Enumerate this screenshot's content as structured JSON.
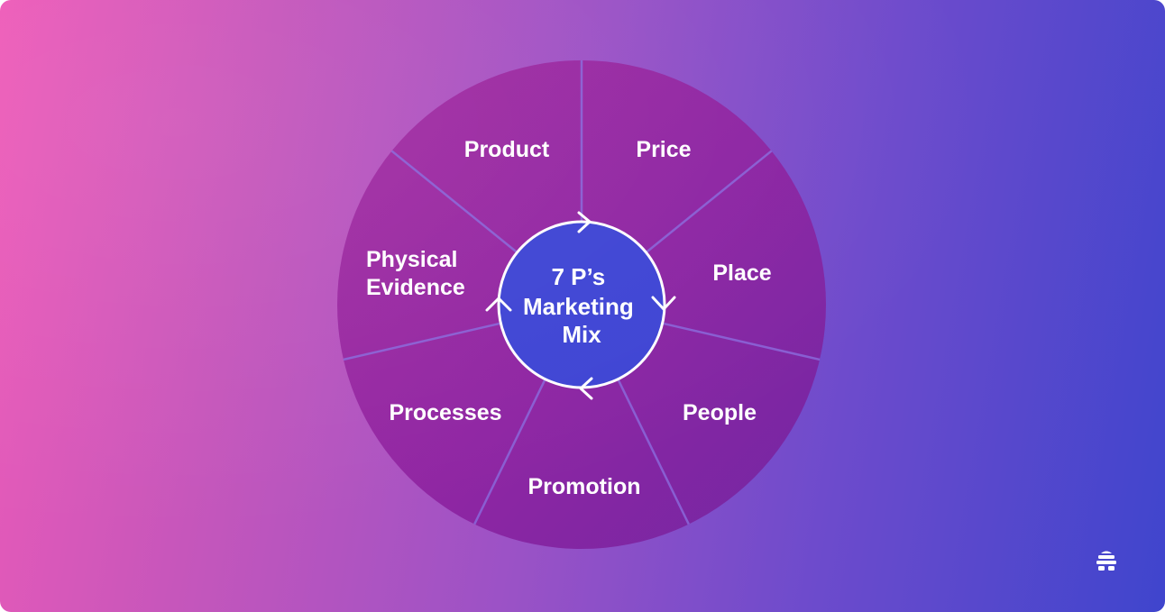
{
  "diagram": {
    "center": {
      "lines": [
        "7 P’s",
        "Marketing",
        "Mix"
      ]
    },
    "segments": [
      {
        "lines": [
          "Product"
        ]
      },
      {
        "lines": [
          "Price"
        ]
      },
      {
        "lines": [
          "Place"
        ]
      },
      {
        "lines": [
          "People"
        ]
      },
      {
        "lines": [
          "Promotion"
        ]
      },
      {
        "lines": [
          "Processes"
        ]
      },
      {
        "lines": [
          "Physical",
          "Evidence"
        ]
      }
    ]
  },
  "colors": {
    "segment_fill": "#8c1f9e",
    "divider": "#8a64d8",
    "center_fill": "#3f45d4",
    "center_stroke": "#ffffff",
    "text": "#ffffff"
  },
  "logo": {
    "icon": "beehive-logo-icon"
  }
}
